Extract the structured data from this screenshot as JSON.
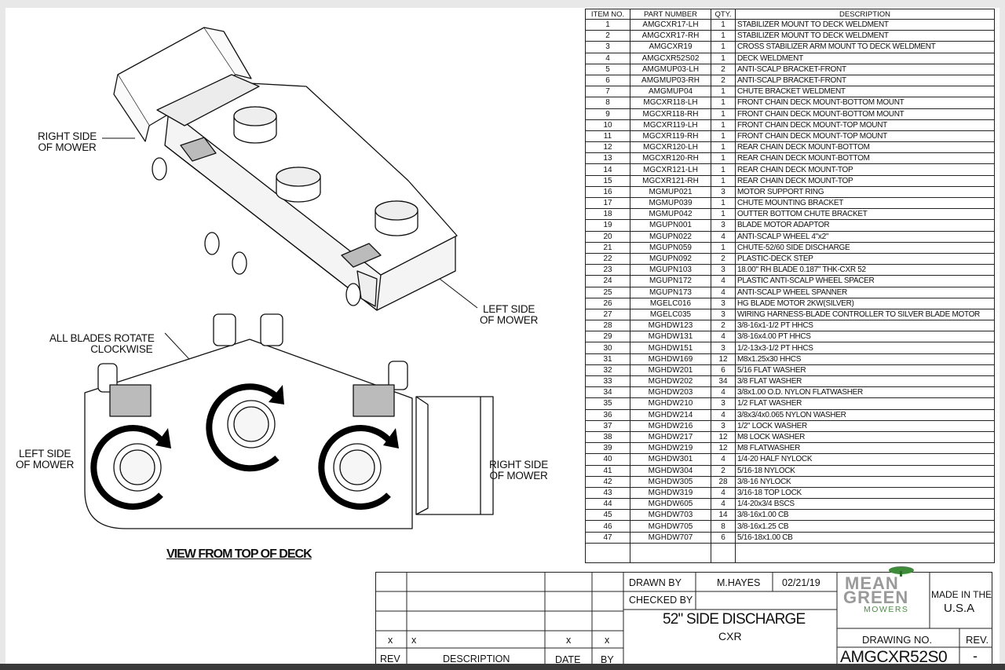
{
  "labels": {
    "right_side_top": [
      "RIGHT SIDE",
      "OF MOWER"
    ],
    "left_side_top": [
      "LEFT SIDE",
      "OF MOWER"
    ],
    "blades_note": [
      "ALL BLADES ROTATE",
      "CLOCKWISE"
    ],
    "left_side_bottom": [
      "LEFT SIDE",
      "OF MOWER"
    ],
    "right_side_bottom": [
      "RIGHT SIDE",
      "OF MOWER"
    ],
    "view_title": "VIEW FROM TOP OF DECK"
  },
  "parts_table": {
    "headers": [
      "ITEM NO.",
      "PART NUMBER",
      "QTY.",
      "DESCRIPTION"
    ],
    "rows": [
      [
        "1",
        "AMGCXR17-LH",
        "1",
        "STABILIZER MOUNT TO DECK WELDMENT"
      ],
      [
        "2",
        "AMGCXR17-RH",
        "1",
        "STABILIZER MOUNT TO DECK WELDMENT"
      ],
      [
        "3",
        "AMGCXR19",
        "1",
        "CROSS STABILIZER ARM MOUNT TO DECK WELDMENT"
      ],
      [
        "4",
        "AMGCXR52S02",
        "1",
        "DECK WELDMENT"
      ],
      [
        "5",
        "AMGMUP03-LH",
        "2",
        "ANTI-SCALP BRACKET-FRONT"
      ],
      [
        "6",
        "AMGMUP03-RH",
        "2",
        "ANTI-SCALP BRACKET-FRONT"
      ],
      [
        "7",
        "AMGMUP04",
        "1",
        "CHUTE BRACKET WELDMENT"
      ],
      [
        "8",
        "MGCXR118-LH",
        "1",
        "FRONT CHAIN DECK MOUNT-BOTTOM MOUNT"
      ],
      [
        "9",
        "MGCXR118-RH",
        "1",
        "FRONT CHAIN DECK MOUNT-BOTTOM MOUNT"
      ],
      [
        "10",
        "MGCXR119-LH",
        "1",
        "FRONT CHAIN DECK MOUNT-TOP MOUNT"
      ],
      [
        "11",
        "MGCXR119-RH",
        "1",
        "FRONT CHAIN DECK MOUNT-TOP MOUNT"
      ],
      [
        "12",
        "MGCXR120-LH",
        "1",
        "REAR CHAIN DECK MOUNT-BOTTOM"
      ],
      [
        "13",
        "MGCXR120-RH",
        "1",
        "REAR CHAIN DECK MOUNT-BOTTOM"
      ],
      [
        "14",
        "MGCXR121-LH",
        "1",
        "REAR CHAIN DECK MOUNT-TOP"
      ],
      [
        "15",
        "MGCXR121-RH",
        "1",
        "REAR CHAIN DECK MOUNT-TOP"
      ],
      [
        "16",
        "MGMUP021",
        "3",
        "MOTOR SUPPORT RING"
      ],
      [
        "17",
        "MGMUP039",
        "1",
        "CHUTE MOUNTING BRACKET"
      ],
      [
        "18",
        "MGMUP042",
        "1",
        "OUTTER BOTTOM CHUTE BRACKET"
      ],
      [
        "19",
        "MGUPN001",
        "3",
        "BLADE MOTOR ADAPTOR"
      ],
      [
        "20",
        "MGUPN022",
        "4",
        "ANTI-SCALP WHEEL 4\"x2\""
      ],
      [
        "21",
        "MGUPN059",
        "1",
        "CHUTE-52/60 SIDE DISCHARGE"
      ],
      [
        "22",
        "MGUPN092",
        "2",
        "PLASTIC-DECK STEP"
      ],
      [
        "23",
        "MGUPN103",
        "3",
        "18.00\" RH BLADE 0.187\" THK-CXR 52"
      ],
      [
        "24",
        "MGUPN172",
        "4",
        "PLASTIC ANTI-SCALP WHEEL SPACER"
      ],
      [
        "25",
        "MGUPN173",
        "4",
        "ANTI-SCALP WHEEL SPANNER"
      ],
      [
        "26",
        "MGELC016",
        "3",
        "HG BLADE MOTOR 2KW(SILVER)"
      ],
      [
        "27",
        "MGELC035",
        "3",
        "WIRING HARNESS-BLADE CONTROLLER TO SILVER BLADE MOTOR"
      ],
      [
        "28",
        "MGHDW123",
        "2",
        "3/8-16x1-1/2 PT HHCS"
      ],
      [
        "29",
        "MGHDW131",
        "4",
        "3/8-16x4.00 PT HHCS"
      ],
      [
        "30",
        "MGHDW151",
        "3",
        "1/2-13x3-1/2 PT HHCS"
      ],
      [
        "31",
        "MGHDW169",
        "12",
        "M8x1.25x30 HHCS"
      ],
      [
        "32",
        "MGHDW201",
        "6",
        "5/16 FLAT WASHER"
      ],
      [
        "33",
        "MGHDW202",
        "34",
        "3/8 FLAT WASHER"
      ],
      [
        "34",
        "MGHDW203",
        "4",
        "3/8x1.00 O.D. NYLON FLATWASHER"
      ],
      [
        "35",
        "MGHDW210",
        "3",
        "1/2 FLAT WASHER"
      ],
      [
        "36",
        "MGHDW214",
        "4",
        "3/8x3/4x0.065 NYLON WASHER"
      ],
      [
        "37",
        "MGHDW216",
        "3",
        "1/2\" LOCK WASHER"
      ],
      [
        "38",
        "MGHDW217",
        "12",
        "M8 LOCK WASHER"
      ],
      [
        "39",
        "MGHDW219",
        "12",
        "M8 FLATWASHER"
      ],
      [
        "40",
        "MGHDW301",
        "4",
        "1/4-20 HALF NYLOCK"
      ],
      [
        "41",
        "MGHDW304",
        "2",
        "5/16-18 NYLOCK"
      ],
      [
        "42",
        "MGHDW305",
        "28",
        "3/8-16 NYLOCK"
      ],
      [
        "43",
        "MGHDW319",
        "4",
        "3/16-18 TOP LOCK"
      ],
      [
        "44",
        "MGHDW605",
        "4",
        "1/4-20x3/4 BSCS"
      ],
      [
        "45",
        "MGHDW703",
        "14",
        "3/8-16x1.00 CB"
      ],
      [
        "46",
        "MGHDW705",
        "8",
        "3/8-16x1.25 CB"
      ],
      [
        "47",
        "MGHDW707",
        "6",
        "5/16-18x1.00 CB"
      ]
    ]
  },
  "title_block": {
    "revision_row": [
      "x",
      "x",
      "x",
      "x"
    ],
    "revision_headers": {
      "rev": "REV",
      "description": "DESCRIPTION",
      "date": "DATE",
      "by": "BY"
    },
    "drawn_by_label": "DRAWN BY",
    "drawn_by": "M.HAYES",
    "drawn_date": "02/21/19",
    "checked_by_label": "CHECKED BY",
    "drawing_title": "52\" SIDE DISCHARGE",
    "drawing_subtitle": "CXR",
    "logo": {
      "line1": "MEAN",
      "line2": "GREEN",
      "line3": "MOWERS"
    },
    "made_in": [
      "MADE IN THE",
      "U.S.A"
    ],
    "drawing_no_label": "DRAWING NO.",
    "drawing_no": "AMGCXR52S0",
    "rev_label": "REV.",
    "rev_value": "-"
  }
}
